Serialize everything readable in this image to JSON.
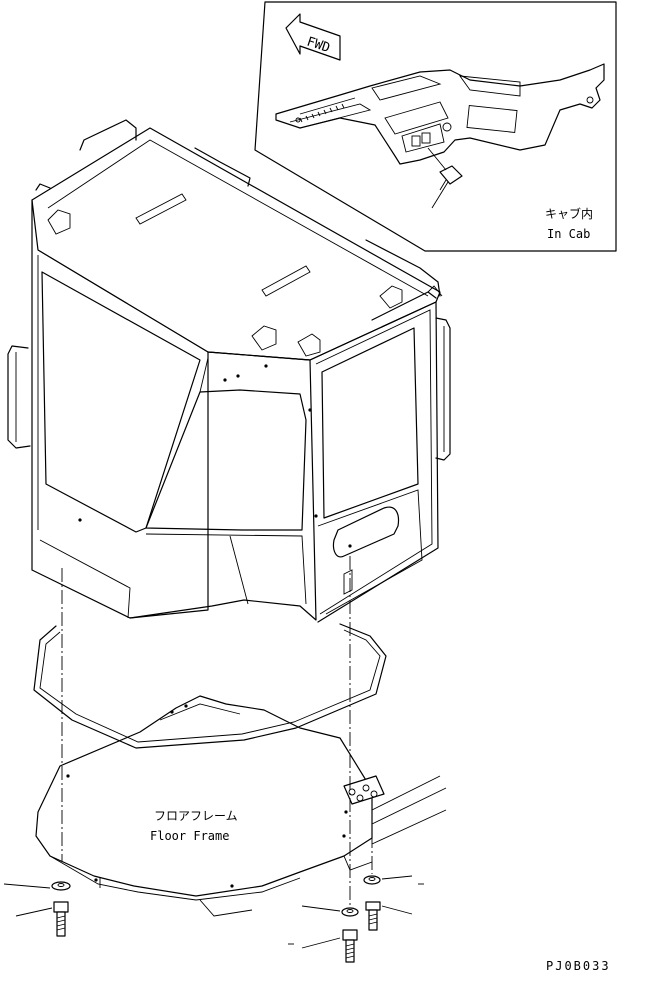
{
  "inset": {
    "fwd_label": "FWD",
    "location_jp": "キャブ内",
    "location_en": "In Cab"
  },
  "floor_frame": {
    "label_jp": "フロアフレーム",
    "label_en": "Floor Frame"
  },
  "drawing_code": "PJ0B033"
}
